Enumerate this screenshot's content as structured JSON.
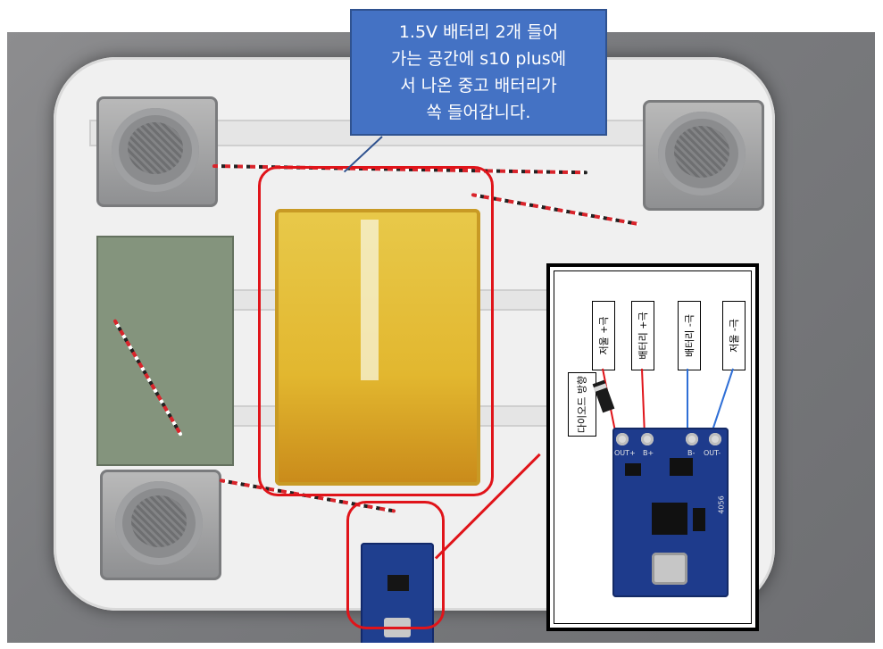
{
  "callout": {
    "lines": [
      "1.5V 배터리 2개 들어",
      "가는 공간에 s10 plus에",
      "서 나온 중고 배터리가",
      "쏙 들어갑니다."
    ]
  },
  "inset": {
    "labels": {
      "load_plus": "저울 +극",
      "battery_plus": "배터리 +극",
      "battery_minus": "배터리 -극",
      "load_minus": "저울 -극",
      "diode": "다이오드 방향"
    },
    "board_labels": [
      "OUT+",
      "B+",
      "B-",
      "OUT-",
      "4056"
    ]
  },
  "colors": {
    "callout_bg": "#4472c4",
    "highlight": "#e0141a",
    "pcb": "#1e3b8c"
  }
}
